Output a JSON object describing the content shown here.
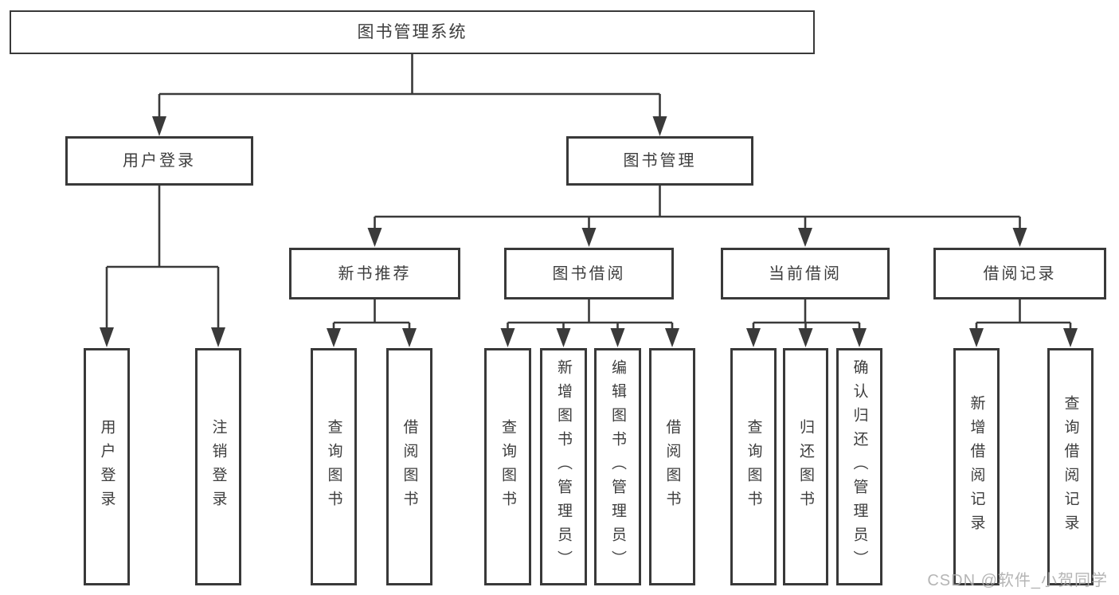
{
  "diagram": {
    "root": "图书管理系统",
    "branches": [
      {
        "label": "用户登录",
        "children": [
          "用户登录",
          "注销登录"
        ]
      },
      {
        "label": "图书管理",
        "groups": [
          {
            "label": "新书推荐",
            "children": [
              "查询图书",
              "借阅图书"
            ]
          },
          {
            "label": "图书借阅",
            "children": [
              "查询图书",
              "新增图书（管理员）",
              "编辑图书（管理员）",
              "借阅图书"
            ]
          },
          {
            "label": "当前借阅",
            "children": [
              "查询图书",
              "归还图书",
              "确认归还（管理员）"
            ]
          },
          {
            "label": "借阅记录",
            "children": [
              "新增借阅记录",
              "查询借阅记录"
            ]
          }
        ]
      }
    ]
  },
  "colors": {
    "line": "#3a3a3a",
    "border": "#393939",
    "text": "#3d3d3d",
    "watermark": "#ababab"
  },
  "watermark": "CSDN @软件_小贺同学"
}
